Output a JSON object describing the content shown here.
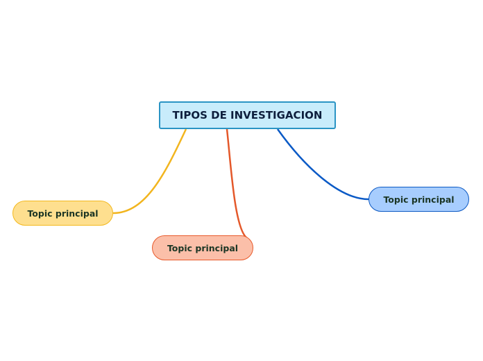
{
  "central": {
    "label": "TIPOS DE INVESTIGACION",
    "fill": "#c8ecfb",
    "border": "#2a94c4"
  },
  "topics": [
    {
      "id": "yellow",
      "label": "Topic principal",
      "fill": "#fedf8f",
      "border": "#f3b81d",
      "line": "#f2b51e"
    },
    {
      "id": "red",
      "label": "Topic principal",
      "fill": "#fbbfa9",
      "border": "#e85a2b",
      "line": "#e4582a"
    },
    {
      "id": "blue",
      "label": "Topic principal",
      "fill": "#a7cdfe",
      "border": "#0b58c2",
      "line": "#0b5ac6"
    }
  ]
}
